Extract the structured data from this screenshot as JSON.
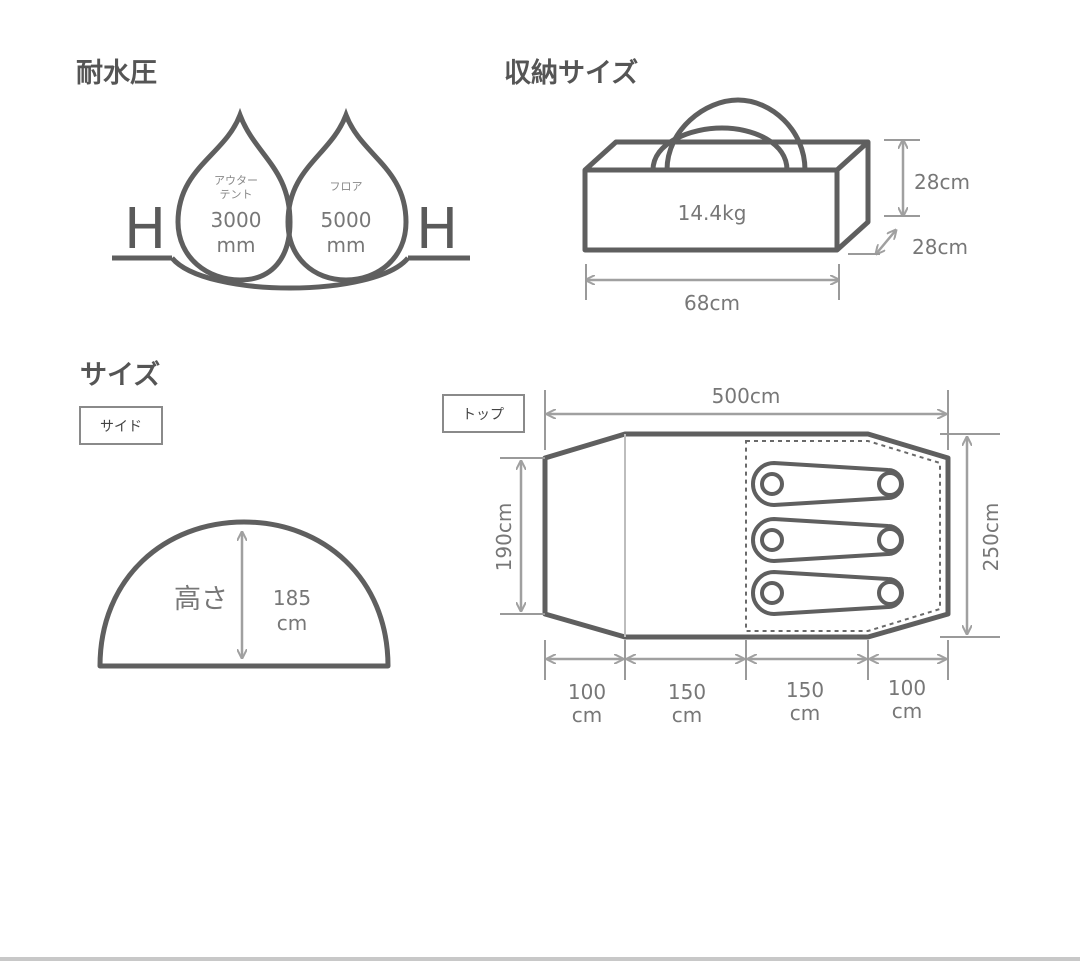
{
  "waterproof": {
    "title": "耐水圧",
    "outer_label_1": "アウター",
    "outer_label_2": "テント",
    "outer_value": "3000",
    "outer_unit": "mm",
    "floor_label": "フロア",
    "floor_value": "5000",
    "floor_unit": "mm",
    "h_left": "H",
    "h_right": "H"
  },
  "storage": {
    "title": "収納サイズ",
    "weight": "14.4kg",
    "height": "28cm",
    "depth": "28cm",
    "width": "68cm"
  },
  "size": {
    "title": "サイズ",
    "side_label": "サイド",
    "top_label": "トップ",
    "height_label": "高さ",
    "height_value": "185",
    "height_unit": "cm",
    "total_length": "500cm",
    "inner_width": "190cm",
    "outer_width": "250cm",
    "seg1_value": "100",
    "seg1_unit": "cm",
    "seg2_value": "150",
    "seg2_unit": "cm",
    "seg3_value": "150",
    "seg3_unit": "cm",
    "seg4_value": "100",
    "seg4_unit": "cm"
  },
  "colors": {
    "stroke": "#5f5f5f",
    "dimension": "#a0a0a0",
    "text": "#777777"
  }
}
